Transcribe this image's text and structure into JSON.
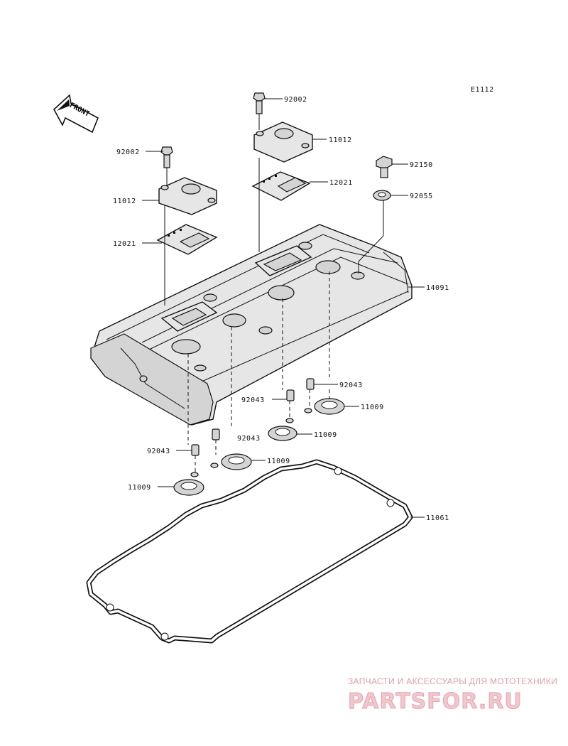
{
  "diagram_code": "E1112",
  "front_label": "FRONT",
  "callouts": {
    "bolt_92002_right": "92002",
    "bolt_92002_left": "92002",
    "cap_11012_right": "11012",
    "cap_11012_left": "11012",
    "plate_12021_right": "12021",
    "plate_12021_left": "12021",
    "bolt_92150": "92150",
    "washer_92055": "92055",
    "cover_14091": "14091",
    "pin_92043_a": "92043",
    "pin_92043_b": "92043",
    "pin_92043_c": "92043",
    "pin_92043_d": "92043",
    "seal_11009_a": "11009",
    "seal_11009_b": "11009",
    "seal_11009_c": "11009",
    "seal_11009_d": "11009",
    "gasket_11061": "11061"
  },
  "watermark": {
    "tagline": "ЗАПЧАСТИ И АКСЕССУАРЫ ДЛЯ МОТОТЕХНИКИ",
    "brand": "PARTSFOR.RU"
  }
}
